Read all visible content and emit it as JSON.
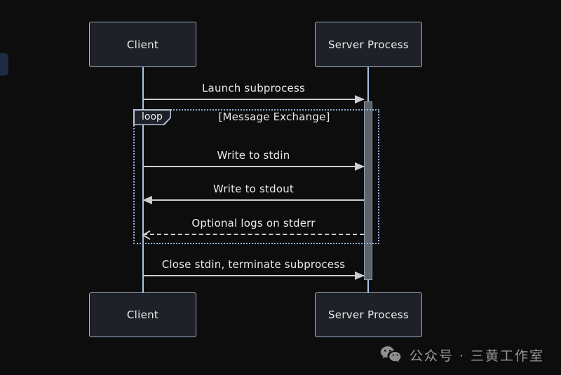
{
  "diagram": {
    "actors": [
      {
        "name": "Client"
      },
      {
        "name": "Server Process"
      }
    ],
    "loop": {
      "label": "loop",
      "title": "[Message Exchange]"
    },
    "messages": [
      {
        "label": "Launch subprocess",
        "from": "Client",
        "to": "Server Process",
        "line": "solid",
        "arrow": "filled"
      },
      {
        "label": "Write to stdin",
        "from": "Client",
        "to": "Server Process",
        "line": "solid",
        "arrow": "filled"
      },
      {
        "label": "Write to stdout",
        "from": "Server Process",
        "to": "Client",
        "line": "solid",
        "arrow": "filled"
      },
      {
        "label": "Optional logs on stderr",
        "from": "Server Process",
        "to": "Client",
        "line": "dashed",
        "arrow": "open"
      },
      {
        "label": "Close stdin, terminate subprocess",
        "from": "Client",
        "to": "Server Process",
        "line": "solid",
        "arrow": "filled"
      }
    ]
  },
  "watermark": {
    "icon": "wechat-icon",
    "text": "公众号 · 三黄工作室"
  },
  "colors": {
    "background": "#0d0d0e",
    "actor_fill": "#1e2127",
    "actor_border": "#a6b8d0",
    "lifeline": "#a9c3e2",
    "arrow": "#cbcdd0",
    "loop_border": "#8fb3d9",
    "activation_fill": "#5c636c",
    "text": "#e9e9e9",
    "watermark_text": "#9a9a9a"
  }
}
